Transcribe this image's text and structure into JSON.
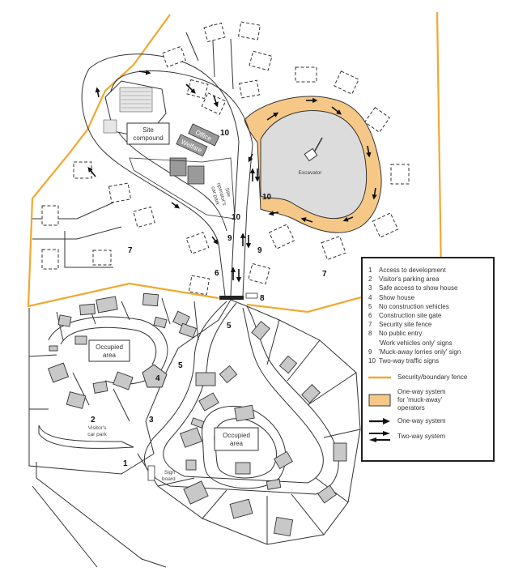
{
  "labels": {
    "site_compound": [
      "Site",
      "compound"
    ],
    "office": "Office",
    "welfare": "Welfare",
    "car_park": [
      "Site",
      "operator's",
      "car park"
    ],
    "excavator": "Excavator",
    "occupied_area": [
      "Occupied",
      "area"
    ],
    "visitors_car_park": [
      "Visitor's",
      "car park"
    ],
    "sign_board": [
      "Sign",
      "board"
    ]
  },
  "numbers": {
    "n1": "1",
    "n2": "2",
    "n3": "3",
    "n4": "4",
    "n5a": "5",
    "n5b": "5",
    "n6": "6",
    "n7a": "7",
    "n7b": "7",
    "n8": "8",
    "n9a": "9",
    "n9b": "9",
    "n10a": "10",
    "n10b": "10",
    "n10c": "10"
  },
  "legend": {
    "items": [
      {
        "n": "1",
        "text": "Access to development"
      },
      {
        "n": "2",
        "text": "Visitor's parking area"
      },
      {
        "n": "3",
        "text": "Safe access to show house"
      },
      {
        "n": "4",
        "text": "Show house"
      },
      {
        "n": "5",
        "text": "No construction vehicles"
      },
      {
        "n": "6",
        "text": "Construction site gate"
      },
      {
        "n": "7",
        "text": "Security site fence"
      },
      {
        "n": "8",
        "text": "No public entry"
      },
      {
        "n": "",
        "text": "'Work vehicles only' signs"
      },
      {
        "n": "9",
        "text": "'Muck-away lorries only' sign"
      },
      {
        "n": "10",
        "text": "Two-way traffic signs"
      }
    ],
    "fence": "Security/boundary fence",
    "oneway_muck": [
      "One-way system",
      "for 'muck-away'",
      "operators"
    ],
    "oneway": "One-way system",
    "twoway": "Two-way system"
  },
  "colors": {
    "fence": "#f0a830",
    "muck_route": "#f6c888",
    "lake": "#dcdcdc",
    "house": "#c8c8c8",
    "line": "#333333"
  }
}
